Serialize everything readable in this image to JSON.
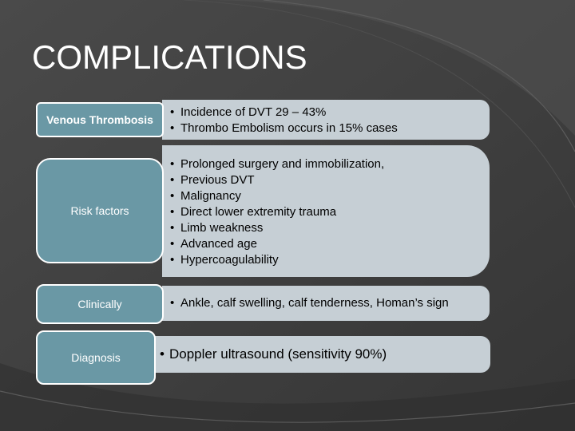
{
  "title": "COMPLICATIONS",
  "rows": [
    {
      "label": "Venous Thrombosis",
      "items": [
        "Incidence of DVT 29 – 43%",
        "Thrombo Embolism occurs in 15% cases"
      ]
    },
    {
      "label": "Risk factors",
      "items": [
        "Prolonged surgery and immobilization,",
        "Previous  DVT",
        "Malignancy",
        "Direct lower extremity trauma",
        "Limb weakness",
        "Advanced age",
        "Hypercoagulability"
      ]
    },
    {
      "label": "Clinically",
      "items": [
        "Ankle, calf swelling, calf tenderness, Homan’s sign"
      ]
    },
    {
      "label": "Diagnosis",
      "items": [
        "Doppler ultrasound (sensitivity 90%)"
      ]
    }
  ],
  "colors": {
    "background": "#3d3d3d",
    "label_fill": "#6a98a5",
    "content_fill": "#c6cfd5",
    "text_light": "#ffffff",
    "text_dark": "#000000"
  }
}
